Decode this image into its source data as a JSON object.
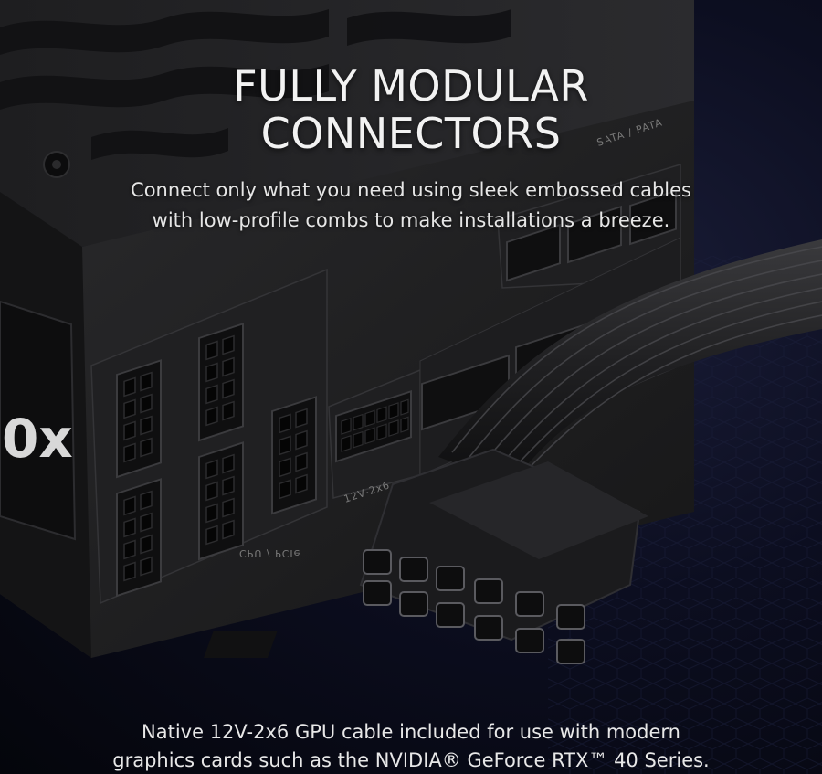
{
  "headline": {
    "line1": "FULLY MODULAR",
    "line2": "CONNECTORS"
  },
  "subtitle": {
    "line1": "Connect only what you need using sleek embossed cables",
    "line2": "with low-profile combs to make installations a breeze."
  },
  "caption": {
    "line1": "Native 12V-2x6 GPU cable included for use with modern",
    "line2": "graphics cards such as the NVIDIA® GeForce RTX™ 40 Series."
  },
  "psu_labels": {
    "cpu_pcie": "CPU / PCIe",
    "v12_2x6": "12V-2x6",
    "sata_pata": "SATA / PATA",
    "brand_partial": "0x"
  },
  "colors": {
    "background": "#05060d",
    "psu_body": "#1c1c1e",
    "text": "#f2f2f2"
  }
}
